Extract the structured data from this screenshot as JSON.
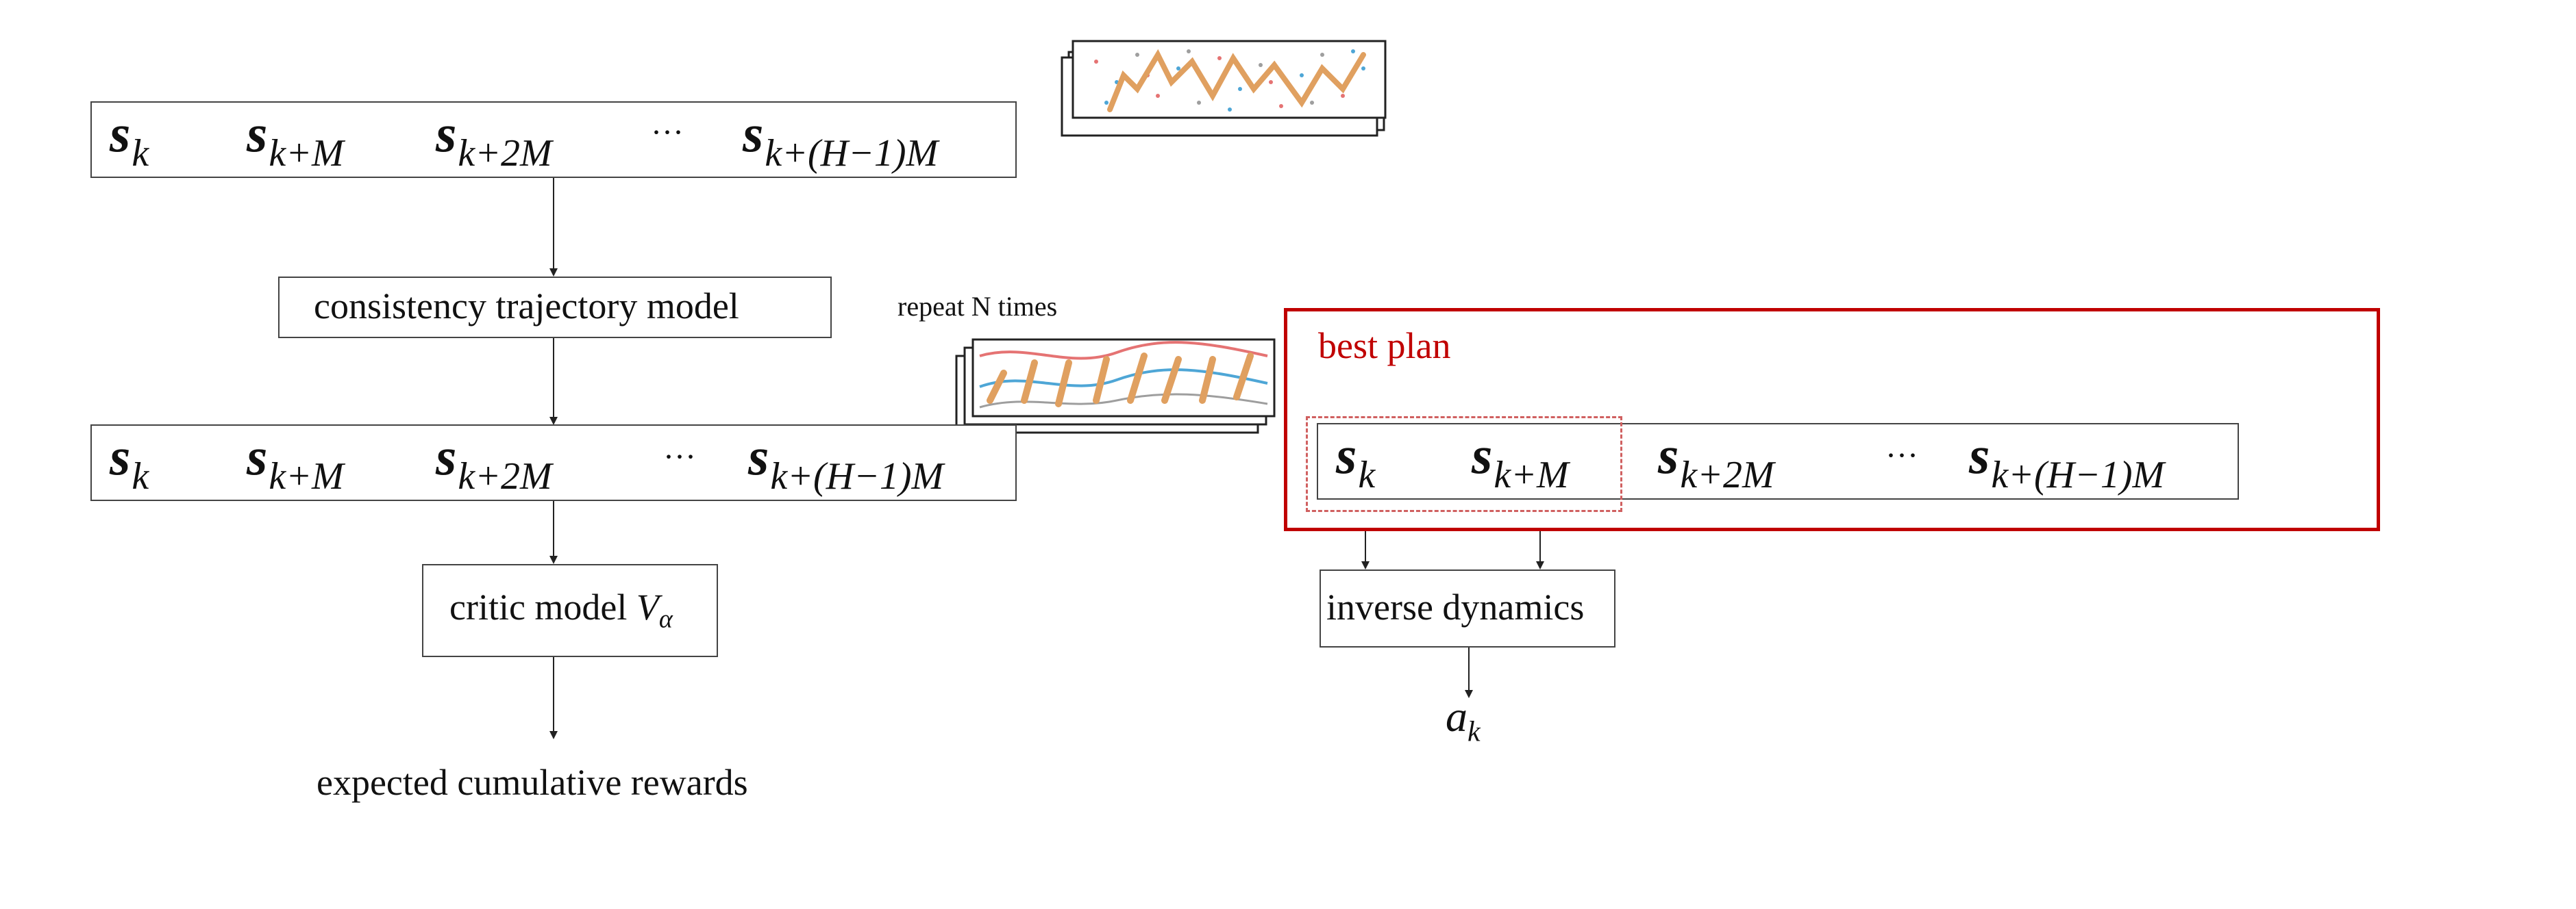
{
  "sequences": {
    "top": {
      "items": [
        {
          "base": "s",
          "sub": "k"
        },
        {
          "base": "s",
          "sub": "k+M"
        },
        {
          "base": "s",
          "sub": "k+2M"
        },
        {
          "base": "",
          "sub": "",
          "dots": "···"
        },
        {
          "base": "s",
          "sub": "k+(H−1)M"
        }
      ]
    },
    "middle": {
      "items": [
        {
          "base": "s",
          "sub": "k"
        },
        {
          "base": "s",
          "sub": "k+M"
        },
        {
          "base": "s",
          "sub": "k+2M"
        },
        {
          "base": "",
          "sub": "",
          "dots": "···"
        },
        {
          "base": "s",
          "sub": "k+(H−1)M"
        }
      ]
    },
    "best": {
      "items": [
        {
          "base": "s",
          "sub": "k"
        },
        {
          "base": "s",
          "sub": "k+M"
        },
        {
          "base": "s",
          "sub": "k+2M"
        },
        {
          "base": "",
          "sub": "",
          "dots": "···"
        },
        {
          "base": "s",
          "sub": "k+(H−1)M"
        }
      ]
    }
  },
  "boxes": {
    "ctm": "consistency trajectory model",
    "critic_text": "critic model ",
    "critic_var": "V",
    "critic_sub": "α",
    "inverse": "inverse dynamics"
  },
  "captions": {
    "repeat": "repeat N times",
    "best_plan": "best plan",
    "rewards": "expected cumulative rewards",
    "action_base": "a",
    "action_sub": "k"
  },
  "colors": {
    "accent_red": "#c00000",
    "box_border": "#444444",
    "dashed_red": "#d06060",
    "traj_red": "#e57373",
    "traj_blue": "#4ea6d6",
    "traj_gray": "#9e9e9e",
    "leg_orange": "#e0a060"
  },
  "icons": {
    "noise_thumbnail": "noisy-trajectory-stack",
    "plan_thumbnail": "trajectory-plan-stack",
    "best_thumbnail": "best-trajectory"
  }
}
